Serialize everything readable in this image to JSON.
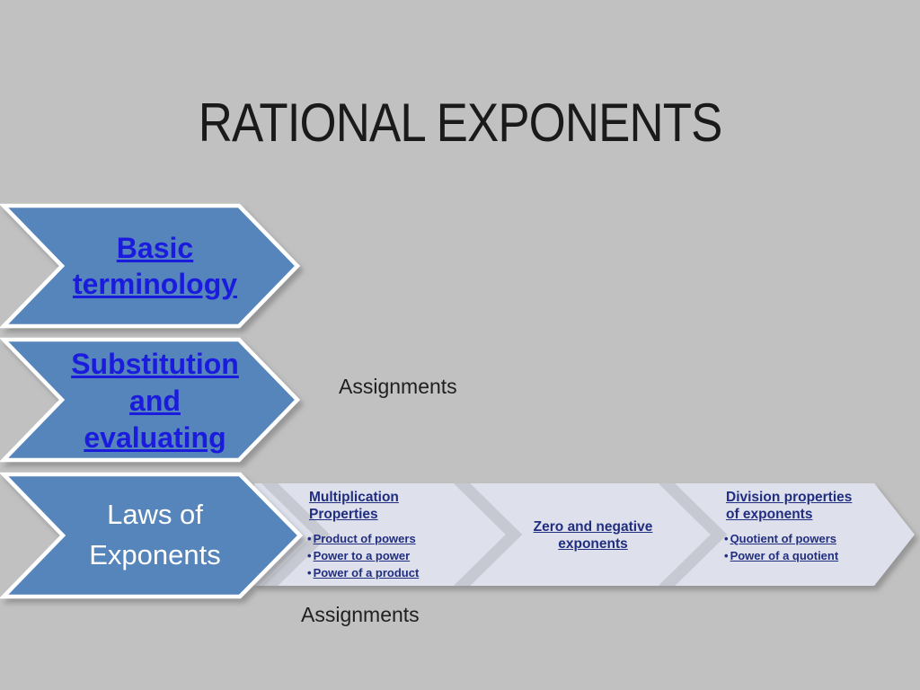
{
  "slide": {
    "title": "RATIONAL EXPONENTS"
  },
  "colors": {
    "background": "#c1c1c1",
    "arrow_fill": "#5585bb",
    "arrow_border": "#ffffff",
    "hyperlink_blue": "#1b1bdd",
    "band_background": "#dee1ec",
    "band_separator": "#c6c9d2",
    "band_text_navy": "#212e80",
    "title_text": "#1a1a1a",
    "laws_text": "#ffffff"
  },
  "nav_arrows": [
    {
      "label": "Basic terminology",
      "lines": [
        "Basic",
        "terminology"
      ],
      "is_link": true
    },
    {
      "label": "Substitution and evaluating",
      "lines": [
        "Substitution",
        "and",
        "evaluating"
      ],
      "is_link": true
    },
    {
      "label": "Laws of Exponents",
      "lines": [
        "Laws of",
        "Exponents"
      ],
      "is_link": false
    }
  ],
  "assignments_upper": "Assignments",
  "assignments_lower": "Assignments",
  "process_band": {
    "segments": [
      {
        "heading": "Multiplication Properties",
        "bullets": [
          "Product of powers",
          "Power to a power",
          "Power of a product"
        ]
      },
      {
        "heading": "Zero and negative exponents",
        "bullets": []
      },
      {
        "heading": "Division properties of exponents",
        "bullets": [
          "Quotient of powers",
          "Power of a quotient"
        ]
      }
    ]
  }
}
